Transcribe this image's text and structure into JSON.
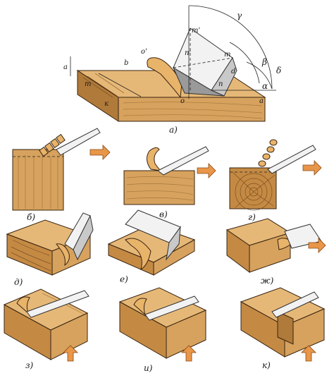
{
  "panels": [
    {
      "id": "a",
      "label": "а)"
    },
    {
      "id": "b",
      "label": "б)"
    },
    {
      "id": "v",
      "label": "в)"
    },
    {
      "id": "g",
      "label": "г)"
    },
    {
      "id": "d",
      "label": "д)"
    },
    {
      "id": "e",
      "label": "е)"
    },
    {
      "id": "zh",
      "label": "ж)"
    },
    {
      "id": "z",
      "label": "з)"
    },
    {
      "id": "i",
      "label": "и)"
    },
    {
      "id": "k",
      "label": "к)"
    }
  ],
  "main_annotations": {
    "m_prime": "m'",
    "n_prime": "n'",
    "o_prime": "o'",
    "m": "m",
    "n": "n",
    "d": "d",
    "o": "o",
    "a": "a",
    "b": "b",
    "gamma": "γ",
    "beta": "β",
    "delta": "δ",
    "alpha": "α",
    "a_small": "a",
    "t": "т",
    "k": "к"
  }
}
